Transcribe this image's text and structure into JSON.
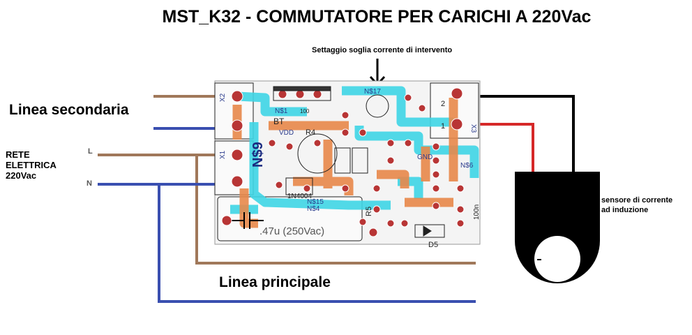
{
  "title": "MST_K32 - COMMUTATORE  PER CARICHI A 220Vac",
  "labels": {
    "linea_secondaria": "Linea secondaria",
    "rete_elettrica": [
      "RETE",
      "ELETTRICA",
      "220Vac"
    ],
    "phase_l": "L",
    "neutral_n": "N",
    "linea_principale": "Linea principale",
    "settaggio": "Settaggio soglia corrente di intervento",
    "sensore": [
      "sensore di corrente",
      "ad induzione"
    ]
  },
  "pcb": {
    "connectors": [
      "X2",
      "X1",
      "X3"
    ],
    "net_labels": [
      "N$9",
      "N$1",
      "N$4",
      "N$15",
      "N$6",
      "N$17",
      "VDD",
      "GND"
    ],
    "components": [
      "BT",
      "R4",
      "R5",
      "D5",
      "1N4004",
      "100n",
      "100"
    ],
    "capacitor_label": ".47u (250Vac)",
    "pin_numbers": [
      "2",
      "1"
    ]
  },
  "colors": {
    "wire_brown": "#a0785a",
    "wire_blue": "#3a4fb0",
    "wire_red": "#d62828",
    "wire_black": "#000000",
    "trace_cyan": "#3fd6e6",
    "trace_orange": "#e8884a",
    "pad_red": "#b83535"
  }
}
